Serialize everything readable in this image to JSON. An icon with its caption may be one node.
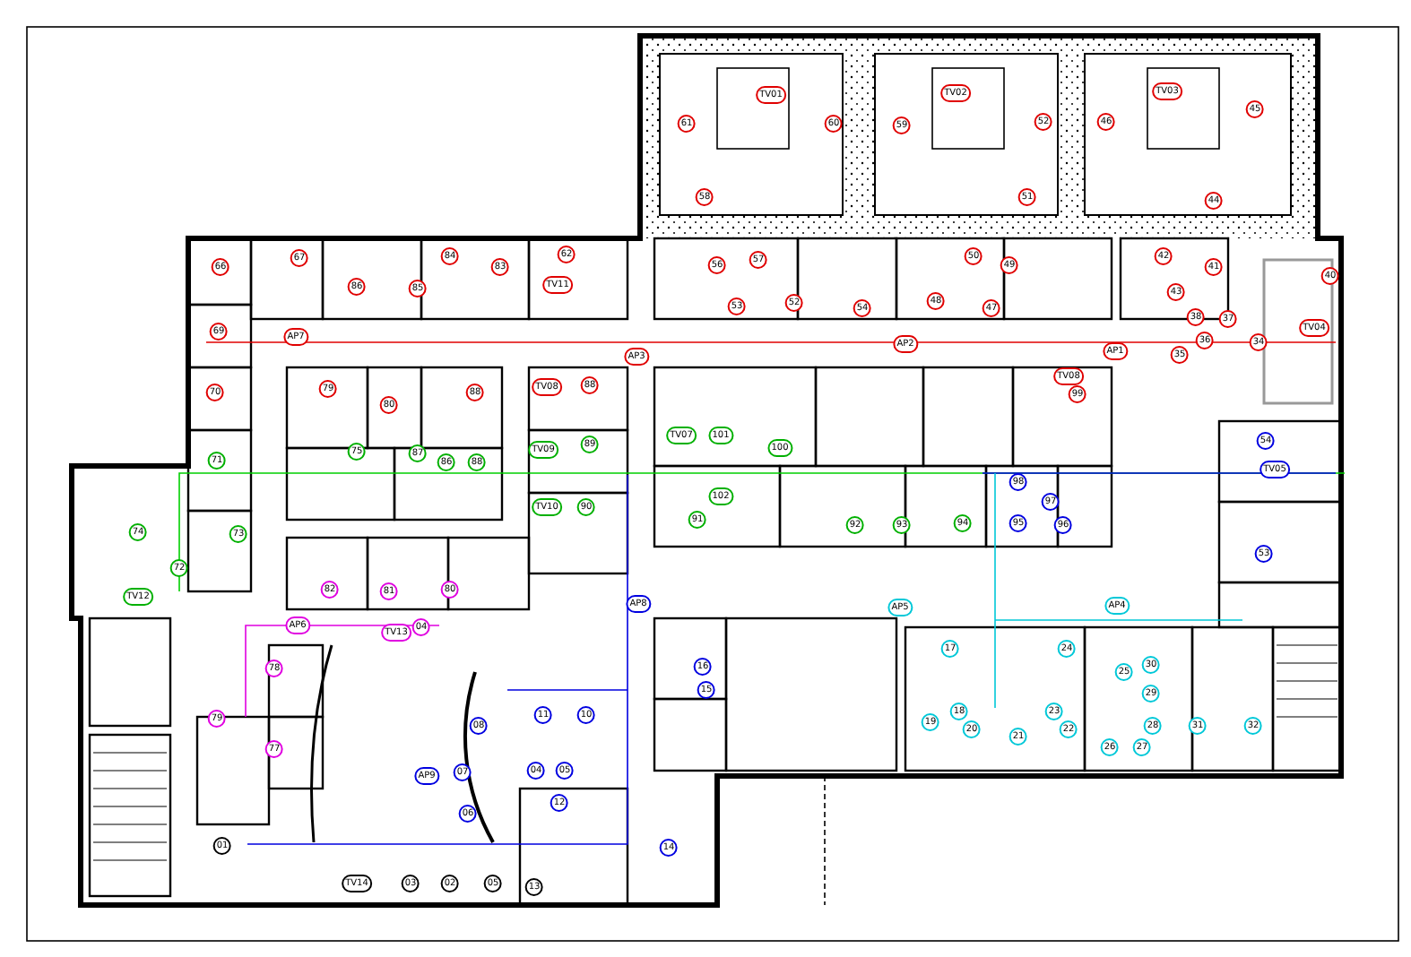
{
  "diagram": {
    "labels": [
      "TV03",
      "TV02",
      "TV01",
      "45",
      "52",
      "46",
      "61",
      "60",
      "59",
      "58",
      "51",
      "44",
      "62",
      "84",
      "50",
      "42",
      "67",
      "57",
      "56",
      "49",
      "66",
      "83",
      "41",
      "40",
      "TV11",
      "86",
      "85",
      "43",
      "48",
      "52",
      "53",
      "54",
      "47",
      "38",
      "37",
      "TV04",
      "69",
      "AP7",
      "36",
      "34",
      "AP2",
      "AP1",
      "35",
      "AP3",
      "TV08",
      "TV08",
      "88",
      "70",
      "79",
      "88",
      "99",
      "80",
      "TV07",
      "101",
      "54",
      "89",
      "TV09",
      "100",
      "75",
      "87",
      "71",
      "86",
      "88",
      "TV05",
      "98",
      "102",
      "97",
      "TV10",
      "90",
      "91",
      "95",
      "94",
      "92",
      "93",
      "96",
      "74",
      "73",
      "53",
      "72",
      "80",
      "82",
      "81",
      "TV12",
      "AP8",
      "AP4",
      "AP5",
      "AP6",
      "04",
      "TV13",
      "17",
      "24",
      "30",
      "16",
      "78",
      "25",
      "15",
      "29",
      "18",
      "23",
      "11",
      "10",
      "79",
      "19",
      "08",
      "28",
      "31",
      "32",
      "20",
      "22",
      "21",
      "26",
      "27",
      "77",
      "04",
      "05",
      "07",
      "AP9",
      "12",
      "06",
      "01",
      "14",
      "TV14",
      "03",
      "02",
      "05",
      "13"
    ]
  }
}
